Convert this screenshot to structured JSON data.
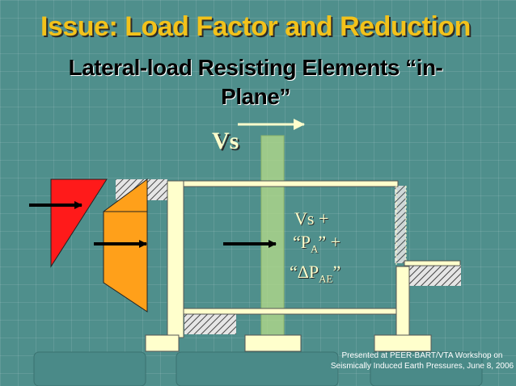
{
  "slide": {
    "title": "Issue: Load Factor and Reduction",
    "subtitle": "Lateral-load Resisting Elements “in-Plane”",
    "shear_label": "Vs",
    "combination": {
      "line1": "Vs +",
      "line2_open": "“P",
      "line2_sub": "A",
      "line2_close": "” +",
      "line3_open": "“ΔP",
      "line3_sub": "AE",
      "line3_close": "”"
    },
    "footer": {
      "line1": "Presented at PEER-BART/VTA Workshop on",
      "line2": "Seismically Induced Earth Pressures, June 8, 2006"
    }
  },
  "colors": {
    "background": "#4f8f8c",
    "title": "#f3c21a",
    "red_pressure": "#ff1a1a",
    "orange_pressure": "#ffa01a",
    "structure": "#ffffcc",
    "shear_band": "#b7dc8a",
    "footing_pad": "#4a8a88"
  },
  "icons": [
    "arrow-right-icon"
  ]
}
